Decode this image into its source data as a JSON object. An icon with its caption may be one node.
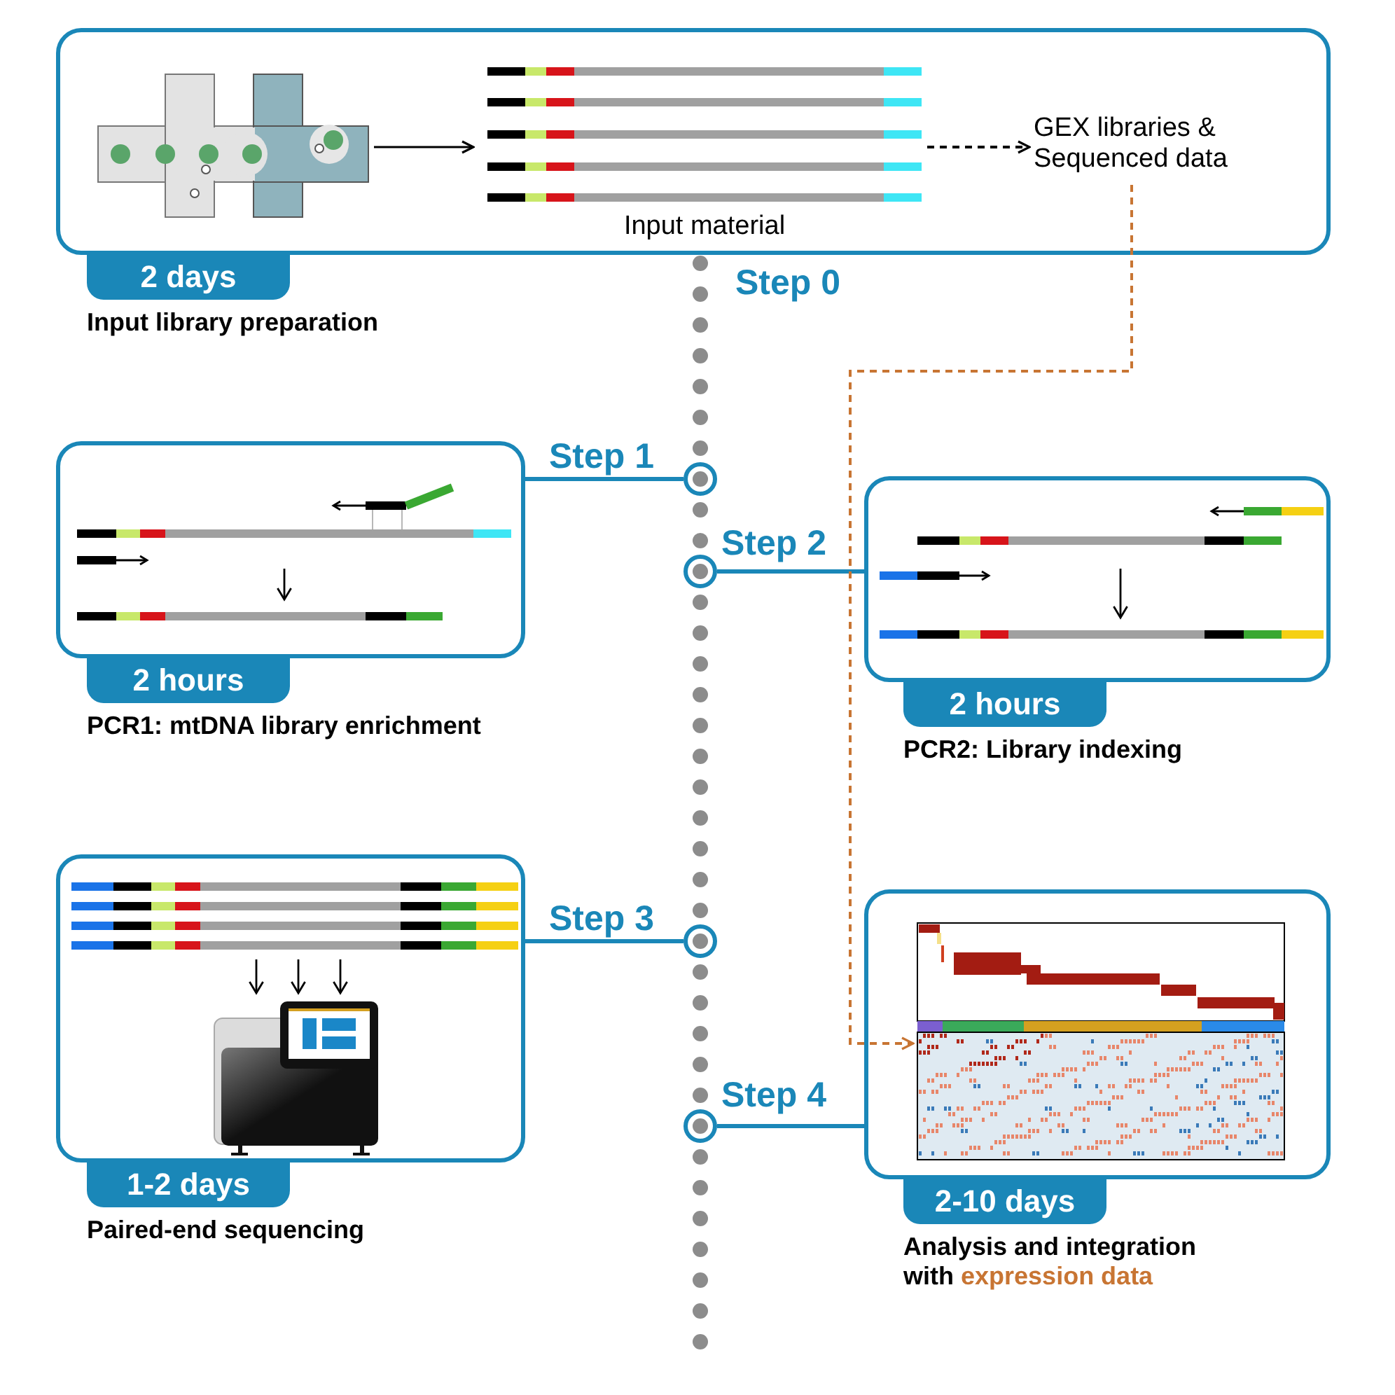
{
  "diagram": {
    "nodes": [
      {
        "text": [],
        "shape": "box"
      },
      {
        "text": [],
        "shape": "picture",
        "in": 0
      },
      {
        "text": [
          "Input material"
        ],
        "in": 0
      },
      {
        "text": [
          "GEX libraries & Sequenced data"
        ],
        "in": 0
      },
      {
        "text": [
          "2 days"
        ],
        "beside": [
          "Input library preparation"
        ]
      },
      {
        "text": [],
        "shape": "box"
      },
      {
        "text": [
          "2 hours"
        ],
        "beside": [
          "PCR1: mtDNA library enrichment"
        ]
      },
      {
        "text": [],
        "shape": "circle"
      },
      {
        "text": [],
        "shape": "circle"
      },
      {
        "text": [],
        "shape": "box"
      },
      {
        "text": [
          "2 hours"
        ],
        "beside": [
          "PCR2: Library indexing"
        ]
      },
      {
        "text": [],
        "shape": "box"
      },
      {
        "text": [
          "1-2 days"
        ],
        "beside": [
          "Paired-end sequencing"
        ]
      },
      {
        "text": [],
        "shape": "circle"
      },
      {
        "text": [],
        "shape": "circle"
      },
      {
        "text": [],
        "shape": "box"
      },
      {
        "text": [],
        "shape": "picture",
        "in": 15
      },
      {
        "text": [
          "2-10 days"
        ],
        "beside": [
          "Analysis and integration with",
          "expression data"
        ]
      }
    ],
    "edges": [
      {
        "from": 1,
        "to": 2,
        "arrow": "to",
        "color": "#000000"
      },
      {
        "from": 2,
        "to": 3,
        "arrow": "to",
        "style": "dashed",
        "color": "#000000"
      },
      {
        "from": 5,
        "to": 7,
        "arrow": "none",
        "label": "Step 1"
      },
      {
        "from": 8,
        "to": 9,
        "arrow": "none",
        "label": "Step 2"
      },
      {
        "from": 11,
        "to": 13,
        "arrow": "none",
        "label": "Step 3"
      },
      {
        "from": 14,
        "to": 15,
        "arrow": "none",
        "label": "Step 4"
      },
      {
        "from": 3,
        "to": 16,
        "arrow": "to",
        "style": "dashed",
        "color": "#c87533"
      }
    ],
    "labels": [
      "Step 0"
    ]
  }
}
